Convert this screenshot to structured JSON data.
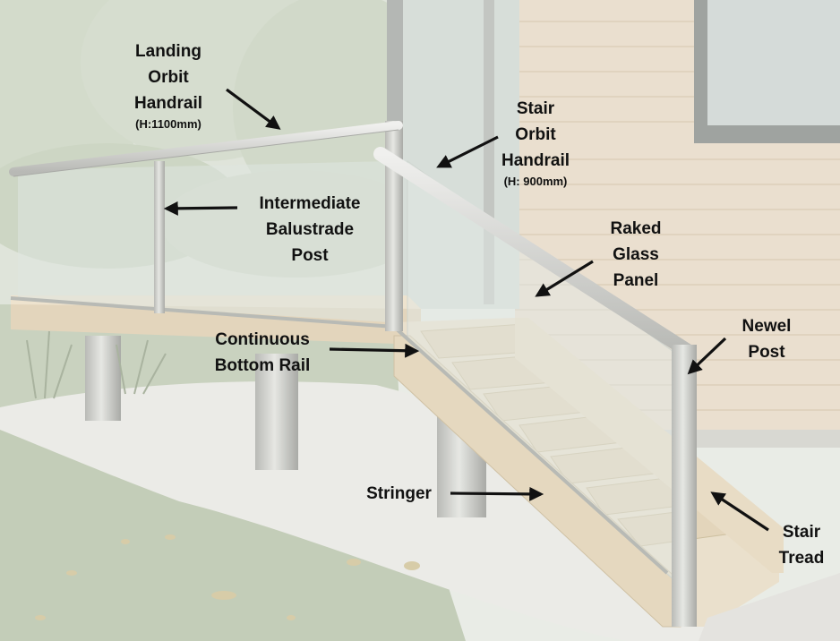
{
  "labels": {
    "landing_handrail": {
      "line1": "Landing",
      "line2": "Orbit",
      "line3": "Handrail",
      "note": "(H:1100mm)"
    },
    "stair_handrail": {
      "line1": "Stair",
      "line2": "Orbit",
      "line3": "Handrail",
      "note": "(H: 900mm)"
    },
    "intermediate_post": {
      "line1": "Intermediate",
      "line2": "Balustrade",
      "line3": "Post"
    },
    "raked_glass": {
      "line1": "Raked",
      "line2": "Glass",
      "line3": "Panel"
    },
    "newel_post": {
      "line1": "Newel",
      "line2": "Post"
    },
    "bottom_rail": {
      "line1": "Continuous",
      "line2": "Bottom Rail"
    },
    "stringer": {
      "line1": "Stringer"
    },
    "stair_tread": {
      "line1": "Stair",
      "line2": "Tread"
    }
  },
  "colors": {
    "arrow": "#111111",
    "steel": "#c9cac6",
    "timber": "#e2d4ba",
    "grass": "#c7d1bd",
    "gravel": "#ebebe8",
    "cladding": "#e9dfcf"
  }
}
